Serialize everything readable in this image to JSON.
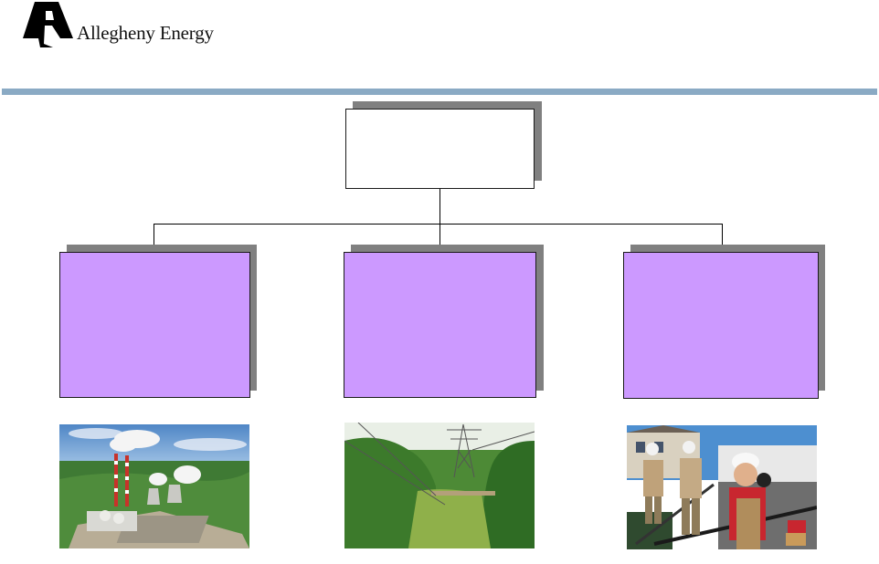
{
  "header": {
    "logo": {
      "icon": "allegheny-energy-a-mark-icon",
      "wordmark": "Allegheny Energy"
    },
    "rule_color": "#8aaac4"
  },
  "org_chart": {
    "top_box": {
      "label": ""
    },
    "units": [
      {
        "label": "",
        "fill": "#cc99ff",
        "photo": "power-plant-photo"
      },
      {
        "label": "",
        "fill": "#cc99ff",
        "photo": "transmission-lines-photo"
      },
      {
        "label": "",
        "fill": "#cc99ff",
        "photo": "line-workers-photo"
      }
    ],
    "shadow_color": "#808080"
  }
}
